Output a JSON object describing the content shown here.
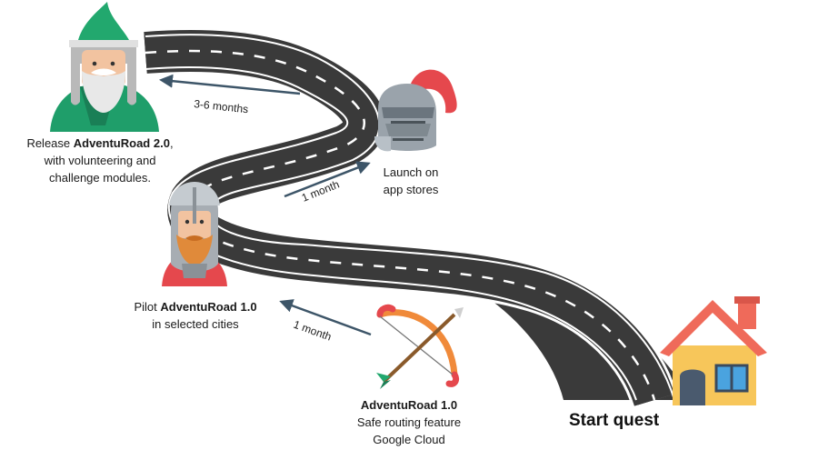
{
  "milestones": {
    "release": {
      "prefix": "Release ",
      "product": "AdventuRoad 2.0",
      "suffix": ",",
      "line2": "with volunteering and",
      "line3": "challenge modules."
    },
    "launch": {
      "line1": "Launch on",
      "line2": "app stores"
    },
    "pilot": {
      "prefix": "Pilot ",
      "product": "AdventuRoad 1.0",
      "line2": "in selected cities"
    },
    "mvp": {
      "product": "AdventuRoad 1.0",
      "line2": "Safe routing feature",
      "line3": "Google Cloud"
    }
  },
  "durations": {
    "launch_to_release": "3-6 months",
    "pilot_to_launch": "1 month",
    "mvp_to_pilot": "1 month"
  },
  "start_label": "Start quest",
  "characters": {
    "wizard": "wizard-icon",
    "knight_helmet": "knight-helmet-icon",
    "warrior": "warrior-icon",
    "bow": "bow-and-arrow-icon",
    "house": "house-icon"
  },
  "colors": {
    "road": "#3a3a3a",
    "road_edge": "#ffffff",
    "arrow": "#3d5568",
    "wizard_green": "#1f9e6a",
    "plume_red": "#e5484d",
    "house_wall": "#f7c65a",
    "house_roof": "#ef6a5a",
    "window_blue": "#4aa3df"
  }
}
